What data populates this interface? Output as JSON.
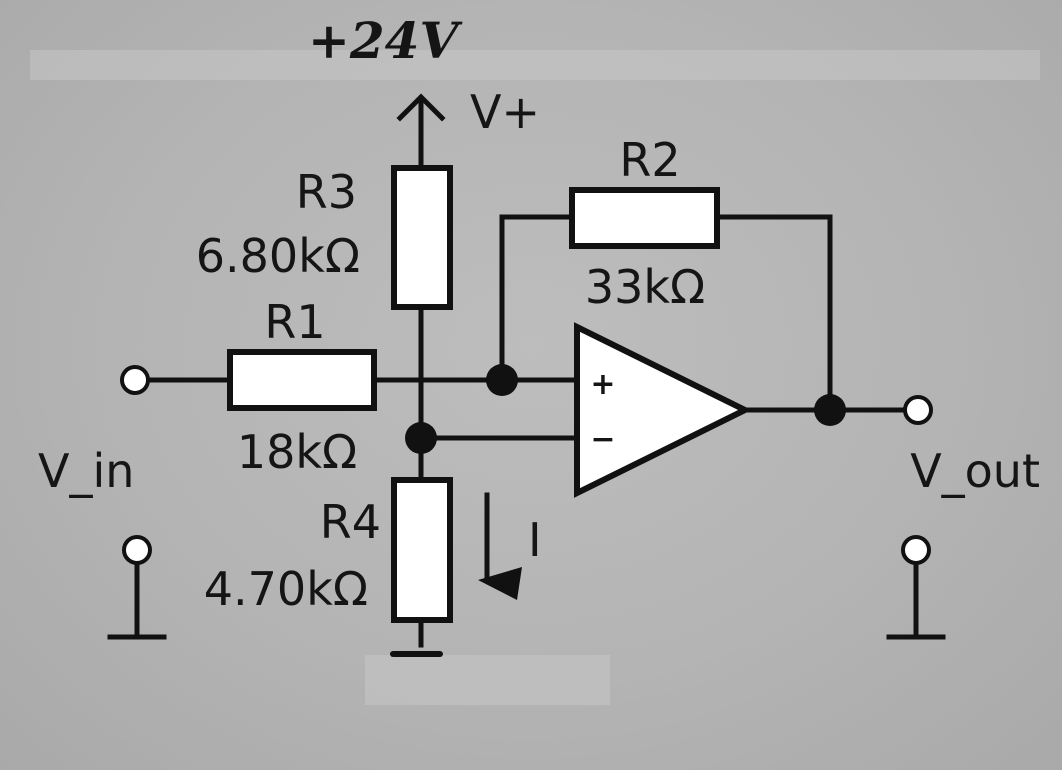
{
  "supply_note": "+24V",
  "supply_rail": "V+",
  "opamp": {
    "plus_sign": "+",
    "minus_sign": "−"
  },
  "components": {
    "r1": {
      "name": "R1",
      "value": "18kΩ"
    },
    "r2": {
      "name": "R2",
      "value": "33kΩ"
    },
    "r3": {
      "name": "R3",
      "value": "6.80kΩ"
    },
    "r4": {
      "name": "R4",
      "value": "4.70kΩ"
    }
  },
  "ports": {
    "input": "V_in",
    "output": "V_out"
  },
  "current": {
    "label": "I"
  },
  "colors": {
    "ink": "#111111",
    "part_fill": "#ffffff",
    "background": "#b4b4b4"
  }
}
